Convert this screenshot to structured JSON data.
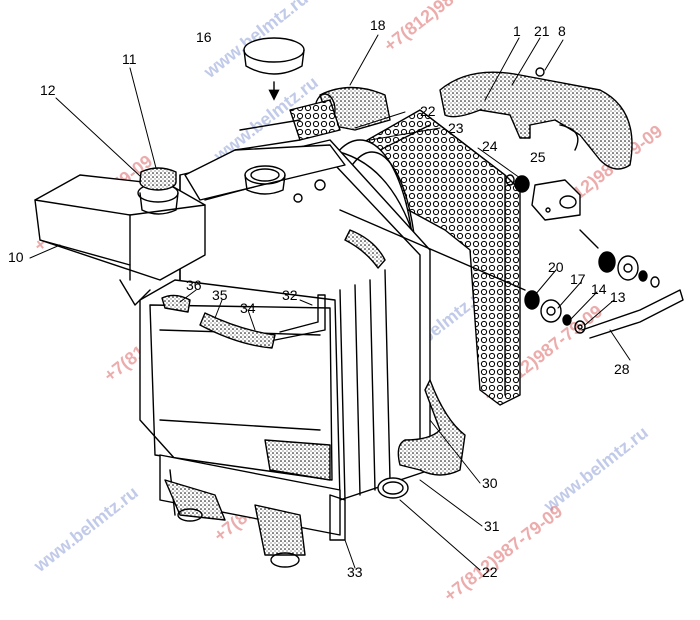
{
  "diagram": {
    "callouts": [
      {
        "id": "c1",
        "label": "1"
      },
      {
        "id": "c21",
        "label": "21"
      },
      {
        "id": "c8",
        "label": "8"
      },
      {
        "id": "c16",
        "label": "16"
      },
      {
        "id": "c18",
        "label": "18"
      },
      {
        "id": "c11",
        "label": "11"
      },
      {
        "id": "c12",
        "label": "12"
      },
      {
        "id": "c22a",
        "label": "22"
      },
      {
        "id": "c23",
        "label": "23"
      },
      {
        "id": "c24",
        "label": "24"
      },
      {
        "id": "c25",
        "label": "25"
      },
      {
        "id": "c10",
        "label": "10"
      },
      {
        "id": "c20",
        "label": "20"
      },
      {
        "id": "c17",
        "label": "17"
      },
      {
        "id": "c14",
        "label": "14"
      },
      {
        "id": "c13",
        "label": "13"
      },
      {
        "id": "c36",
        "label": "36"
      },
      {
        "id": "c35",
        "label": "35"
      },
      {
        "id": "c32",
        "label": "32"
      },
      {
        "id": "c34",
        "label": "34"
      },
      {
        "id": "c28",
        "label": "28"
      },
      {
        "id": "c30",
        "label": "30"
      },
      {
        "id": "c31",
        "label": "31"
      },
      {
        "id": "c22b",
        "label": "22"
      },
      {
        "id": "c33",
        "label": "33"
      }
    ]
  },
  "watermarks": {
    "phone": "+7(812)987-79-09",
    "site": "www.belmtz.ru"
  },
  "colors": {
    "line": "#000000",
    "watermark_phone": "#e06a6a",
    "watermark_site": "#8fa0d8",
    "background": "#ffffff"
  }
}
